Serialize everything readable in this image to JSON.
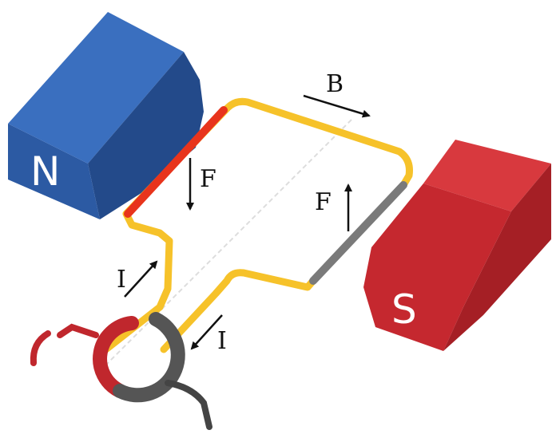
{
  "magnets": {
    "north": {
      "label": "N",
      "color": "#2c5aa3",
      "top_color": "#3a6fbf",
      "side_color": "#234a8a"
    },
    "south": {
      "label": "S",
      "color": "#c5282f",
      "top_color": "#d8393e",
      "side_color": "#a51f25"
    }
  },
  "loop": {
    "wire_color": "#f6c22a",
    "force_segment_north_color": "#e8341c",
    "force_segment_south_color": "#7a7a7a"
  },
  "labels": {
    "field": "B",
    "force_top": "F",
    "force_bottom": "F",
    "current_in": "I",
    "current_out": "I"
  },
  "commutator": {
    "red_half_color": "#c0272d",
    "gray_half_color": "#555555",
    "lead_red_color": "#c0272d",
    "lead_gray_color": "#444444"
  }
}
